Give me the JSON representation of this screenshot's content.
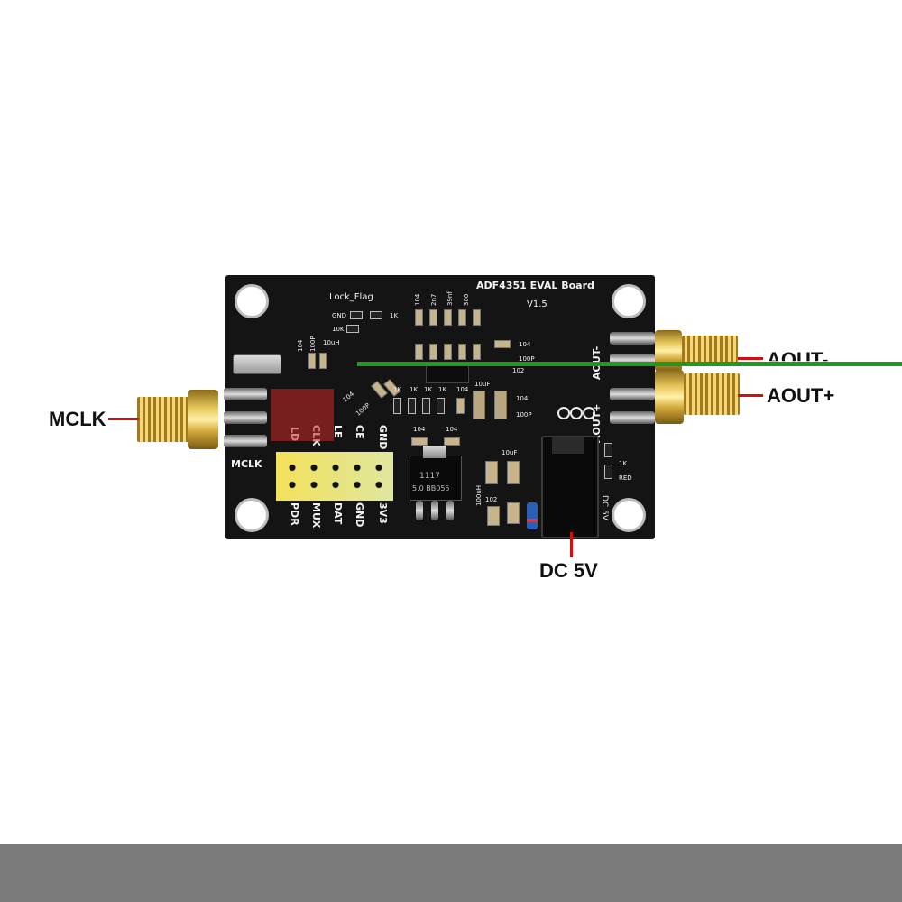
{
  "board": {
    "title": "ADF4351 EVAL Board",
    "version": "V1.5",
    "lock_flag": "Lock_Flag",
    "gnd_small": "GND",
    "res_10k": "10K",
    "res_1k": "1K",
    "cap_100p": "100P",
    "ind_10uh": "10uH",
    "cap_104": "104",
    "cap_2n7": "2n7",
    "cap_39nf": "39nf",
    "cap_300": "300",
    "cap_10uf": "10uF",
    "cap_102": "102",
    "ind_100uh": "100uH",
    "ldo_top": "1117",
    "ldo_bottom": "5.0 BB055",
    "red_label": "RED",
    "dc_silk": "DC 5V",
    "mclk_silk": "MCLK",
    "aout_minus_silk": "AOUT-",
    "aout_plus_silk": "AOUT+",
    "header_top": [
      "LD",
      "CLK",
      "LE",
      "CE",
      "GND"
    ],
    "header_bottom": [
      "PDR",
      "MUX",
      "DAT",
      "GND",
      "3V3"
    ]
  },
  "callouts": {
    "mclk": "MCLK",
    "aout_minus": "AOUT-",
    "aout_plus": "AOUT+",
    "dc5v": "DC 5V"
  },
  "colors": {
    "pcb": "#141414",
    "gold": "#e6c45a",
    "leader": "#d01010",
    "green_line": "#1f9a1f",
    "bottom_band": "#7a7a7a"
  }
}
